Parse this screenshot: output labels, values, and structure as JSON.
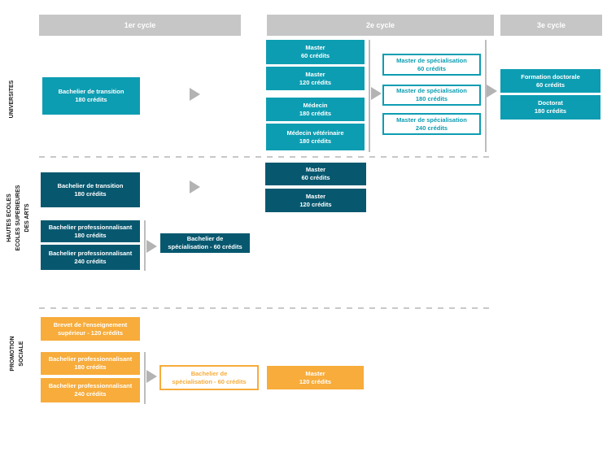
{
  "palette": {
    "teal": "#0D9DB2",
    "dark_teal": "#07586F",
    "orange": "#F7AC3B",
    "header_gray": "#C6C6C6",
    "connector_gray": "#BDBDBD",
    "arrow_gray": "#B3B3B3",
    "label_black": "#1A1A1A"
  },
  "headers": [
    {
      "label": "1er cycle"
    },
    {
      "label": "2e cycle"
    },
    {
      "label": "3e cycle"
    }
  ],
  "row_labels": {
    "universites": {
      "lines": [
        "UNIVERSITES"
      ]
    },
    "hautes_ecoles": {
      "lines": [
        "HAUTES ECOLES",
        "ECOLES SUPERIEURES",
        "DES ARTS"
      ]
    },
    "promotion_sociale": {
      "lines": [
        "PROMOTION",
        "SOCIALE"
      ]
    }
  },
  "universites": {
    "bachelier_transition": {
      "line1": "Bachelier de transition",
      "line2": "180 crédits"
    },
    "master_60": {
      "line1": "Master",
      "line2": "60 crédits"
    },
    "master_120": {
      "line1": "Master",
      "line2": "120 crédits"
    },
    "medecin": {
      "line1": "Médecin",
      "line2": "180 crédits"
    },
    "medecin_veterinaire": {
      "line1": "Médecin vétérinaire",
      "line2": "180 crédits"
    },
    "spec_60": {
      "line1": "Master de spécialisation",
      "line2": "60 crédits"
    },
    "spec_180": {
      "line1": "Master de spécialisation",
      "line2": "180 crédits"
    },
    "spec_240": {
      "line1": "Master de spécialisation",
      "line2": "240 crédits"
    },
    "formation_doctorale": {
      "line1": "Formation doctorale",
      "line2": "60 crédits"
    },
    "doctorat": {
      "line1": "Doctorat",
      "line2": "180 crédits"
    }
  },
  "hautes_ecoles": {
    "bachelier_transition": {
      "line1": "Bachelier de transition",
      "line2": "180 crédits"
    },
    "bachelier_pro_180": {
      "line1": "Bachelier professionnalisant",
      "line2": "180 crédits"
    },
    "bachelier_pro_240": {
      "line1": "Bachelier professionnalisant",
      "line2": "240 crédits"
    },
    "bachelier_spec": {
      "line1": "Bachelier de",
      "line2": "spécialisation - 60 crédits"
    },
    "master_60": {
      "line1": "Master",
      "line2": "60 crédits"
    },
    "master_120": {
      "line1": "Master",
      "line2": "120 crédits"
    }
  },
  "promotion_sociale": {
    "brevet": {
      "line1": "Brevet de l'enseignement",
      "line2": "supérieur - 120 crédits"
    },
    "bachelier_pro_180": {
      "line1": "Bachelier professionnalisant",
      "line2": "180 crédits"
    },
    "bachelier_pro_240": {
      "line1": "Bachelier professionnalisant",
      "line2": "240 crédits"
    },
    "bachelier_spec": {
      "line1": "Bachelier de",
      "line2": "spécialisation - 60 crédits"
    },
    "master_120": {
      "line1": "Master",
      "line2": "120 crédits"
    }
  }
}
